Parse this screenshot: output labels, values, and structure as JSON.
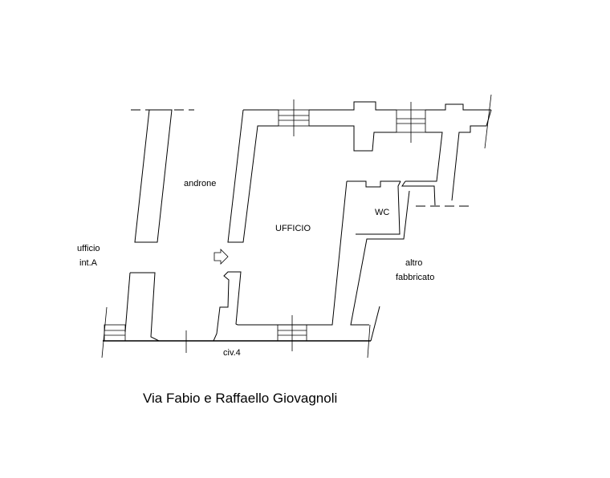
{
  "labels": {
    "androne": "androne",
    "ufficio_main": "UFFICIO",
    "wc": "WC",
    "ufficio_side_line1": "ufficio",
    "ufficio_side_line2": "int.A",
    "altro_line1": "altro",
    "altro_line2": "fabbricato",
    "civico": "civ.4",
    "street": "Via Fabio e Raffaello Giovagnoli"
  },
  "symbols": {
    "entrance": "arrow-right-icon"
  }
}
